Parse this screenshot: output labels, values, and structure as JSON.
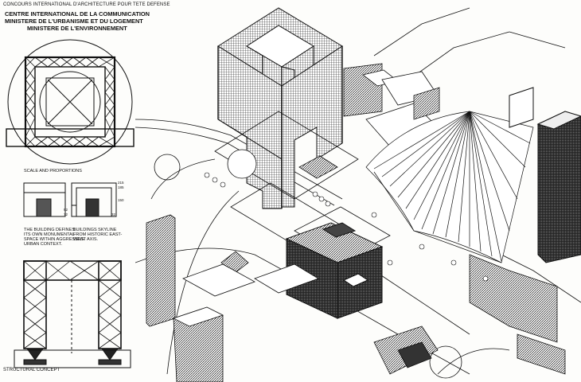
{
  "sheet": {
    "header_competition": "CONCOURS INTERNATIONAL D'ARCHITECTURE POUR TETE DEFENSE",
    "header_lines": [
      "CENTRE INTERNATIONAL DE LA COMMUNICATION",
      "MINISTERE DE L'URBANISME ET DU LOGEMENT",
      "MINISTERE DE L'ENVIRONNEMENT"
    ],
    "scale_heading": "SCALE AND PROPORTIONS",
    "caption_left": [
      "THE BUILDING DEFINES",
      "ITS OWN MONUMENTAL",
      "SPACE WITHIN AGGRESSIVE",
      "URBAN CONTEXT."
    ],
    "caption_right": [
      "BUILDINGS SKYLINE",
      "FROM HISTORIC EAST-",
      "WEST AXIS."
    ],
    "section_dims": [
      "215",
      "185",
      "150",
      "92",
      "72",
      "32"
    ],
    "structural_label": "STRUCTURAL CONCEPT"
  }
}
